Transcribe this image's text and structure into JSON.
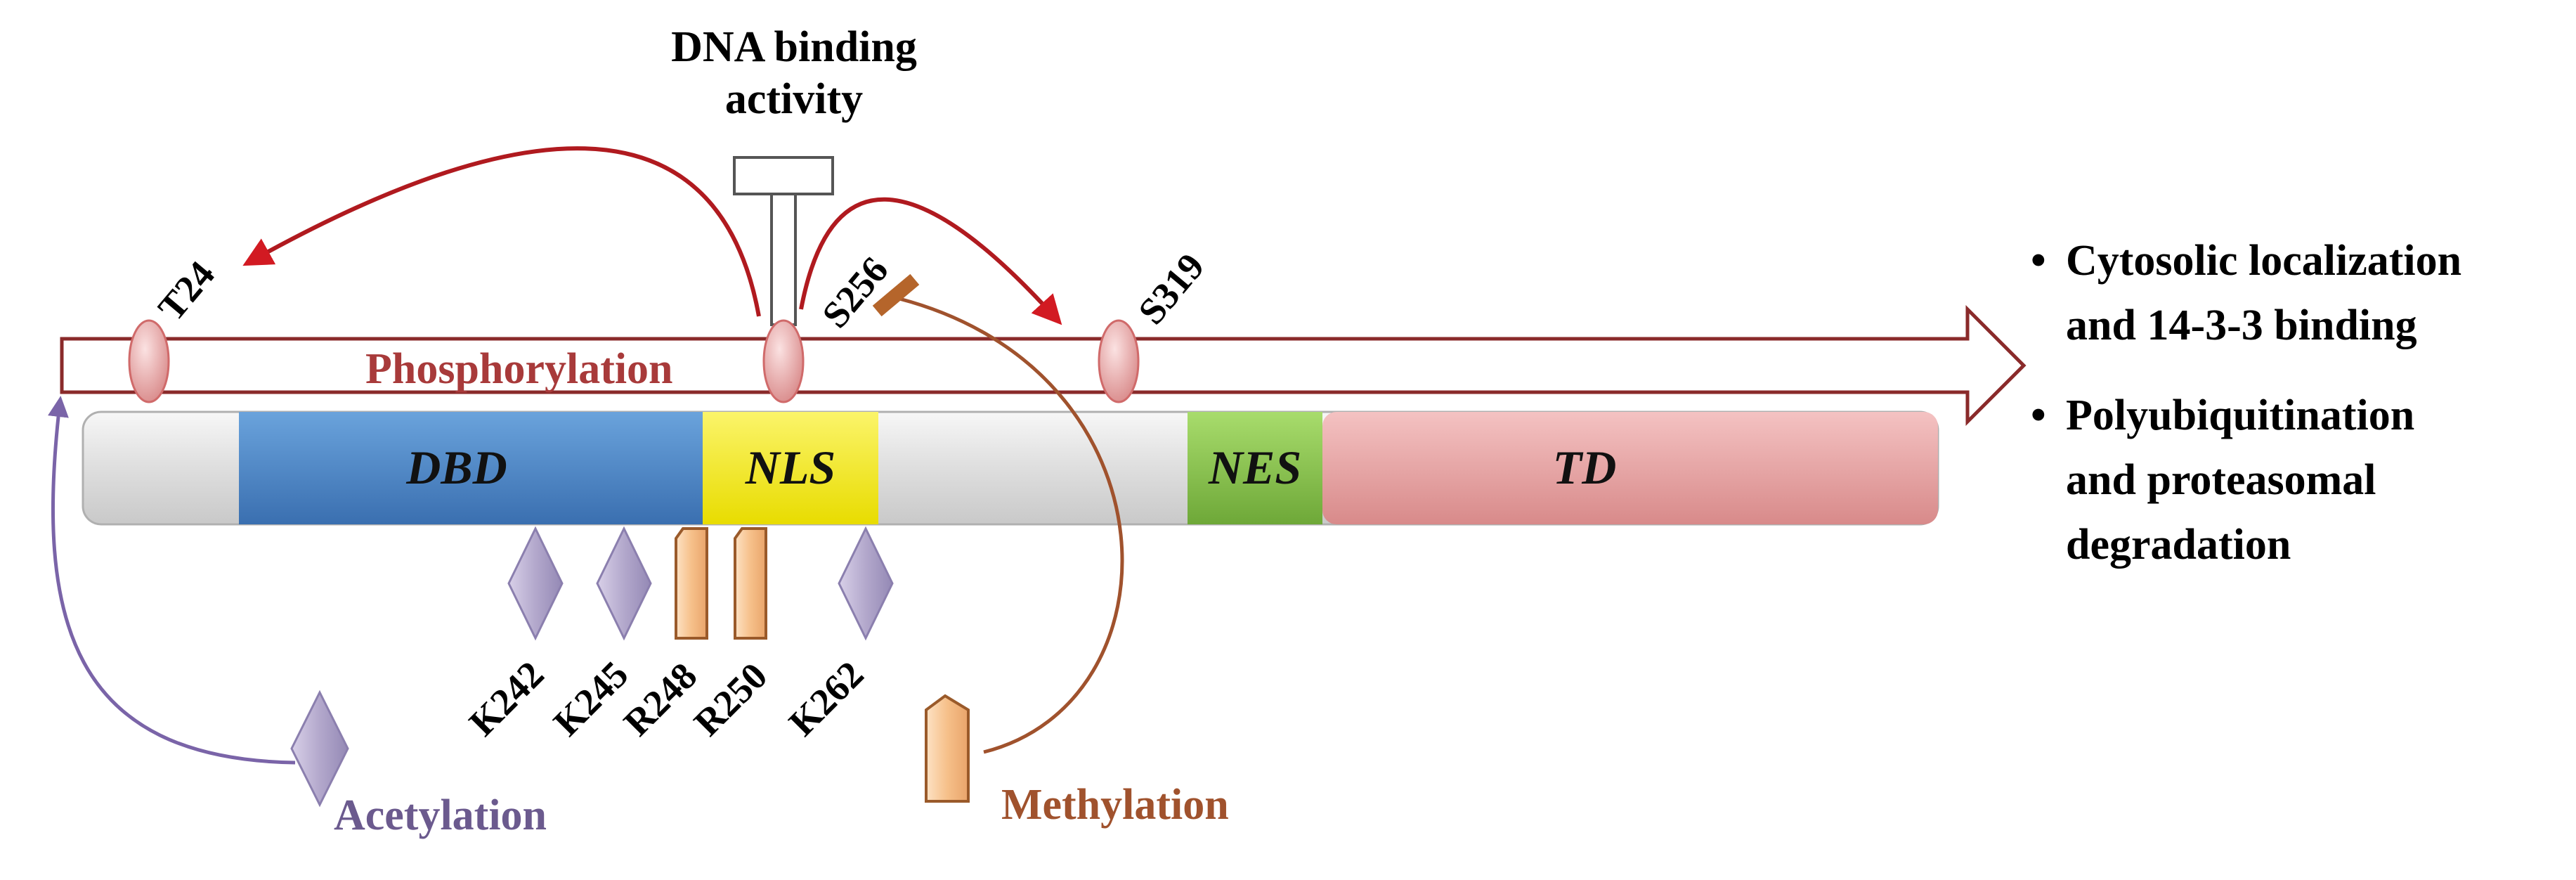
{
  "dna_binding": {
    "line1": "DNA binding",
    "line2": "activity"
  },
  "domains": {
    "dbd": "DBD",
    "nls": "NLS",
    "nes": "NES",
    "td": "TD"
  },
  "modifications": {
    "phosphorylation": {
      "label": "Phosphorylation",
      "color": "#a83a3a",
      "sites": [
        "T24",
        "S256",
        "S319"
      ]
    },
    "acetylation": {
      "label": "Acetylation",
      "color": "#6b5a8e",
      "sites": [
        "K242",
        "K245",
        "K262"
      ]
    },
    "methylation": {
      "label": "Methylation",
      "color": "#a0522d",
      "sites": [
        "R248",
        "R250"
      ]
    }
  },
  "outcomes": [
    {
      "bullet": "•",
      "line1": "Cytosolic localization",
      "line2": "and 14-3-3 binding"
    },
    {
      "bullet": "•",
      "line1": "Polyubiquitination",
      "line2": "and proteasomal",
      "line3": "degradation"
    }
  ],
  "colors": {
    "dbd": "#4a86c8",
    "nls": "#f4ec1c",
    "nes": "#8cc84a",
    "td": "#e8a5a5",
    "backbone": "#e6e6e6",
    "arrow_red": "#c0171f",
    "acetyl": "#b9afd0",
    "methyl": "#f6c89c"
  }
}
